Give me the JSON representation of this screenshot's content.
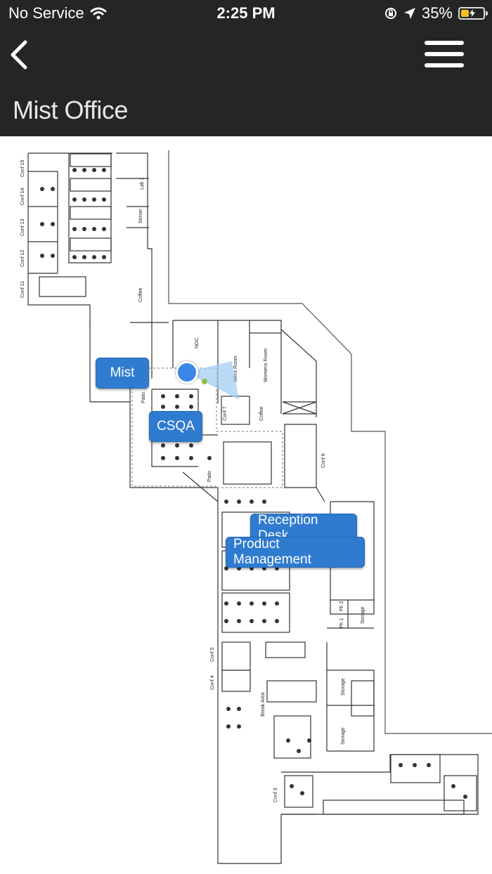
{
  "status_bar": {
    "carrier": "No Service",
    "time": "2:25 PM",
    "battery_percent": "35%",
    "battery_level": 0.35,
    "icons": [
      "wifi-icon",
      "orientation-lock-icon",
      "location-arrow-icon",
      "battery-charging-icon"
    ]
  },
  "nav": {
    "back_icon": "chevron-left-icon",
    "menu_icon": "hamburger-menu-icon",
    "title": "Mist Office"
  },
  "map": {
    "labels": {
      "mist": "Mist",
      "csqa": "CSQA",
      "reception": "Reception Desk",
      "product": "Product Management"
    },
    "rooms": {
      "conf15": "Conf 15",
      "conf14": "Conf 14",
      "conf13": "Conf 13",
      "conf12": "Conf 12",
      "conf11": "Conf 11",
      "lab1": "Lab 1",
      "server": "Server",
      "coffee_top": "Coffee",
      "noc": "NOC",
      "mens": "Mens Room",
      "womens": "Womens Room",
      "conf7": "Conf 7",
      "coffee_mid": "Coffee",
      "patio_left": "Patio",
      "patio_mid": "Patio",
      "conf6": "Conf 6",
      "ph1": "Ph 1",
      "ph2": "Ph 2",
      "storage_a": "Storage",
      "storage_b": "Storage",
      "storage_c": "Storage",
      "conf5": "Conf 5",
      "conf4": "Conf 4",
      "break_area": "Break Area",
      "conf3": "Conf 3"
    },
    "accent_color": "#2f7bd0",
    "location_color": "#3a87e8"
  }
}
